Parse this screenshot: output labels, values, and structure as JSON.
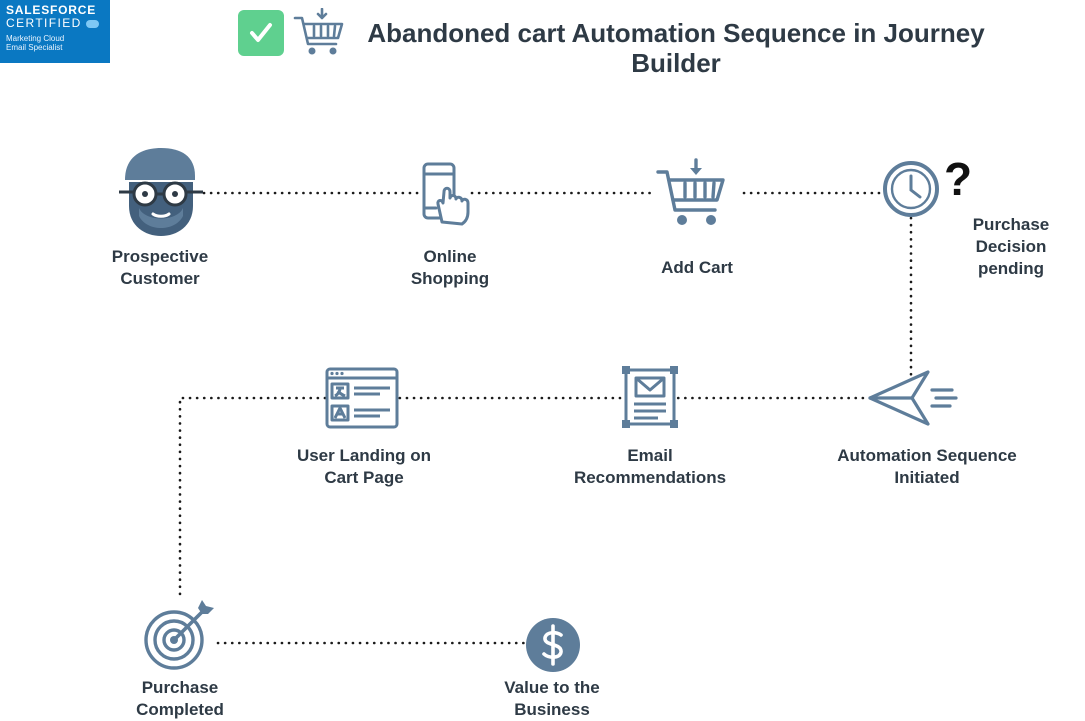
{
  "badge": {
    "line1": "SALESFORCE",
    "line2": "CERTIFIED",
    "line3": "Marketing Cloud",
    "line4": "Email Specialist"
  },
  "title": "Abandoned cart Automation Sequence in Journey Builder",
  "question_mark": "?",
  "nodes": {
    "prospective_customer": "Prospective Customer",
    "online_shopping": "Online Shopping",
    "add_cart": "Add Cart",
    "purchase_decision": "Purchase Decision pending",
    "automation_sequence": "Automation Sequence Initiated",
    "email_recommendations": "Email Recommendations",
    "user_landing": "User Landing on Cart Page",
    "purchase_completed": "Purchase Completed",
    "value_business": "Value to the Business"
  },
  "colors": {
    "icon": "#5e7d9a",
    "icon_dark": "#43607d",
    "text": "#2e3a45",
    "badge": "#0a78c2",
    "check": "#5fd08f"
  }
}
